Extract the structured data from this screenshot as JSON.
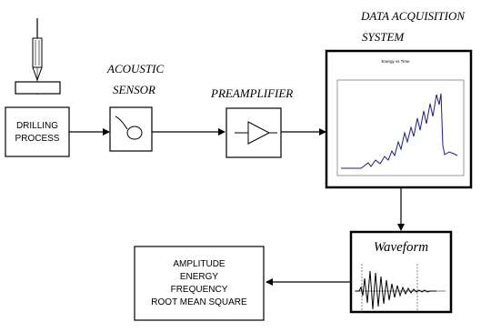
{
  "labels": {
    "acoustic_sensor_line1": "ACOUSTIC",
    "acoustic_sensor_line2": "SENSOR",
    "preamplifier": "PREAMPLIFIER",
    "daq_line1": "DATA ACQUISITION",
    "daq_line2": "SYSTEM",
    "drilling_line1": "DRILLING",
    "drilling_line2": "PROCESS",
    "waveform": "Waveform",
    "daq_plot_title": "Energy vs Time"
  },
  "outputs": [
    "AMPLITUDE",
    "ENERGY",
    "FREQUENCY",
    "ROOT MEAN SQUARE"
  ],
  "colors": {
    "plot_line": "#1a1aa0",
    "stroke": "#000000"
  }
}
